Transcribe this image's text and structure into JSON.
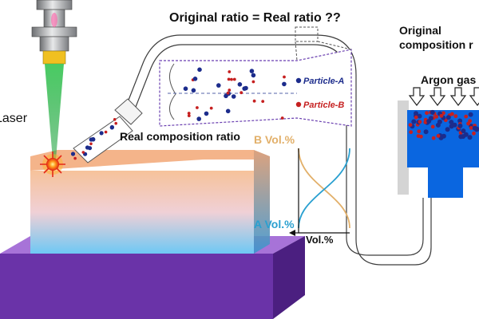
{
  "title": "Original ratio = Real ratio ??",
  "original_composition_line1": "Original",
  "original_composition_line2": "composition r",
  "argon_gas": "Argon gas",
  "laser": "Laser",
  "real_composition_ratio": "Real composition ratio",
  "particle_a": "Particle-A",
  "particle_b": "Particle-B",
  "b_vol": "B Vol.%",
  "a_vol": "A Vol.%",
  "vol": "Vol.%",
  "colors": {
    "particle_a": "#1c2c8c",
    "particle_b": "#c62020",
    "curve_a": "#2aa0d0",
    "curve_b": "#e2b06a",
    "substrate": "#7b3fb8",
    "hopper": "#0a66e0",
    "laser_beam": "#22b040",
    "lens": "#f0c020"
  }
}
